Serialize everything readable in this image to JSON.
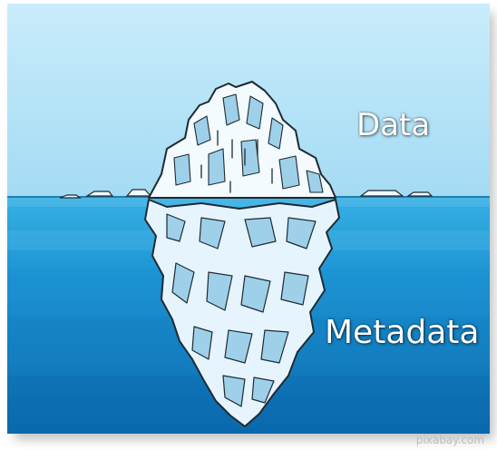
{
  "labels": {
    "top": "Data",
    "bottom": "Metadata"
  },
  "credit": "pixabay.com",
  "colors": {
    "sky": "#a9dff5",
    "water_surface": "#2aa7df",
    "water_deep": "#0a6fb3",
    "ice_light": "#f3fbff",
    "ice_shadow": "#9fd0ea",
    "outline": "#1f2a33",
    "label_text": "#ffffff"
  }
}
